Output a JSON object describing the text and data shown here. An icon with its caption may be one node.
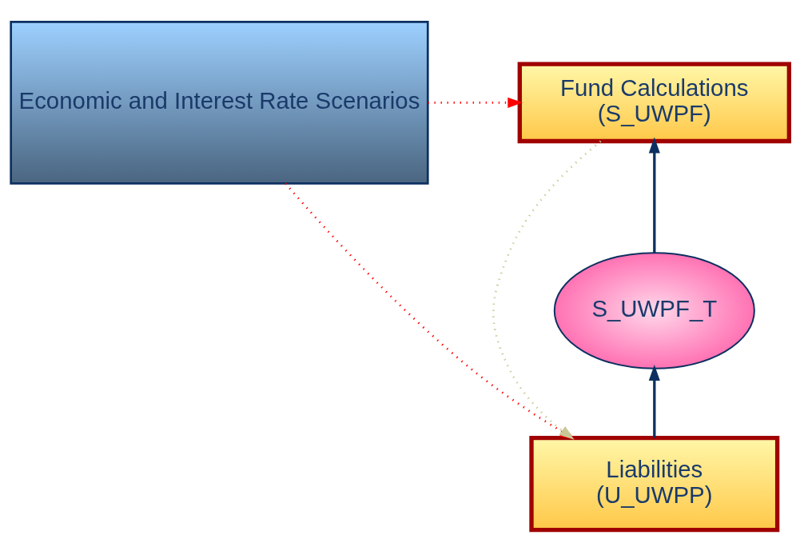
{
  "diagram": {
    "nodes": [
      {
        "text": [
          "Economic and Interest Rate Scenarios"
        ]
      },
      {
        "text": [
          "Fund Calculations",
          "(S_UWPF)"
        ]
      },
      {
        "text": [
          "S_UWPF_T"
        ]
      },
      {
        "text": [
          "Liabilities",
          "(U_UWPP)"
        ]
      }
    ],
    "edges": [
      {
        "from": 0,
        "to": 1,
        "arrow": "to",
        "style": "dashed",
        "color": "#ff0000"
      },
      {
        "from": 0,
        "to": 3,
        "arrow": "to",
        "style": "dashed",
        "color": "#ff0000"
      },
      {
        "from": 3,
        "to": 2,
        "arrow": "to",
        "color": "#0d3060"
      },
      {
        "from": 2,
        "to": 1,
        "arrow": "to",
        "color": "#0d3060"
      },
      {
        "from": 1,
        "to": 3,
        "arrow": "to",
        "style": "dashed",
        "color": "#c8c896"
      }
    ]
  }
}
